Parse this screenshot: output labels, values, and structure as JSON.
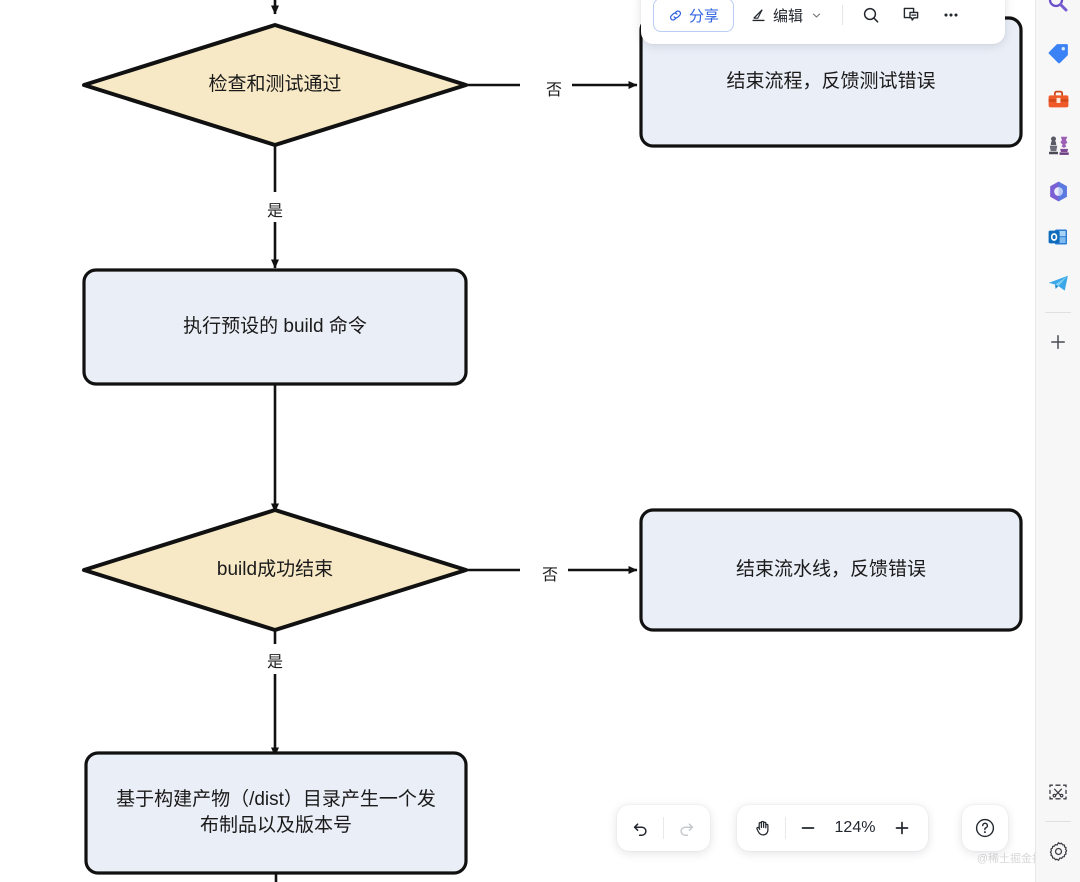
{
  "toolbar": {
    "share_label": "分享",
    "edit_label": "编辑",
    "icons": {
      "link": "link-icon",
      "pencil": "pencil-icon",
      "chevron": "chevron-down-icon",
      "search": "search-icon",
      "comment": "comment-icon",
      "more": "more-horizontal-icon"
    }
  },
  "bottom_bar": {
    "undo": "undo-icon",
    "redo": "redo-icon",
    "hand": "hand-tool-icon",
    "zoom_out": "minus-icon",
    "zoom_in": "plus-icon",
    "zoom_value": "124%",
    "help": "help-icon"
  },
  "right_rail": {
    "items": [
      {
        "name": "search-app-icon",
        "glyph": "search"
      },
      {
        "name": "tag-app-icon",
        "glyph": "tag"
      },
      {
        "name": "toolbox-app-icon",
        "glyph": "toolbox"
      },
      {
        "name": "chess-app-icon",
        "glyph": "chess"
      },
      {
        "name": "copilot-app-icon",
        "glyph": "copilot"
      },
      {
        "name": "outlook-app-icon",
        "glyph": "outlook"
      },
      {
        "name": "telegram-app-icon",
        "glyph": "telegram"
      },
      {
        "name": "add-app-button",
        "glyph": "plus"
      }
    ],
    "bottom_items": [
      {
        "name": "snip-tool-icon",
        "glyph": "snip"
      },
      {
        "name": "settings-gear-icon",
        "glyph": "gear"
      }
    ]
  },
  "watermark": "@稀土掘金技术社区",
  "flowchart": {
    "colors": {
      "decision_fill": "#f7e9c6",
      "process_fill": "#eaeef7",
      "stroke": "#111111",
      "text": "#1a1a1a"
    },
    "nodes": [
      {
        "id": "d1",
        "type": "decision",
        "label": "检查和测试通过"
      },
      {
        "id": "e1",
        "type": "process",
        "label": "结束流程，反馈测试错误"
      },
      {
        "id": "p1",
        "type": "process",
        "label": "执行预设的 build 命令"
      },
      {
        "id": "d2",
        "type": "decision",
        "label": "build成功结束"
      },
      {
        "id": "e2",
        "type": "process",
        "label": "结束流水线，反馈错误"
      },
      {
        "id": "p2",
        "type": "process",
        "label": "基于构建产物（/dist）目录产生一个发布制品以及版本号"
      }
    ],
    "edge_labels": {
      "d1_no": "否",
      "d1_yes": "是",
      "d2_no": "否",
      "d2_yes": "是"
    }
  }
}
